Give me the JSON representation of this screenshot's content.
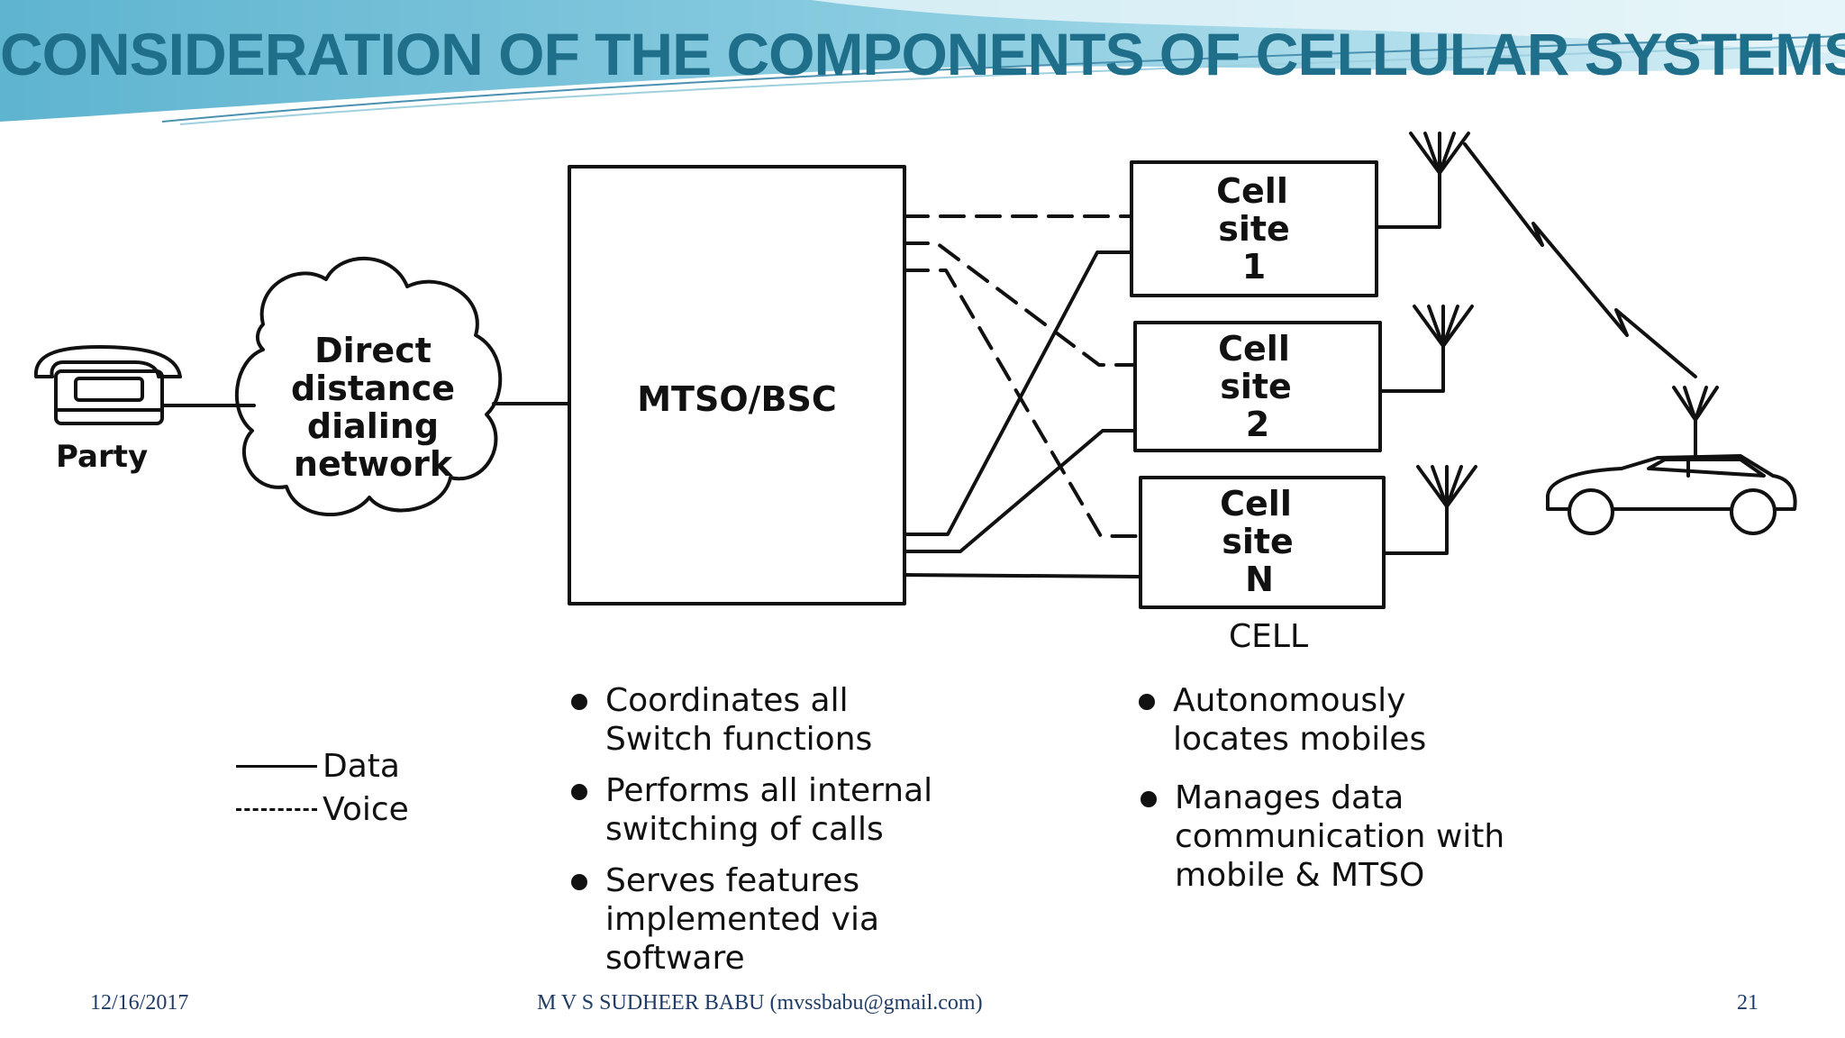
{
  "slide": {
    "title": "CONSIDERATION OF THE COMPONENTS OF CELLULAR SYSTEMS"
  },
  "diagram": {
    "party_label": "Party",
    "network_label": [
      "Direct",
      "distance",
      "dialing",
      "network"
    ],
    "mtso_label": "MTSO/BSC",
    "cell_sites": [
      {
        "line1": "Cell",
        "line2": "site",
        "line3": "1"
      },
      {
        "line1": "Cell",
        "line2": "site",
        "line3": "2"
      },
      {
        "line1": "Cell",
        "line2": "site",
        "line3": "N"
      }
    ],
    "cell_caption": "CELL"
  },
  "legend": {
    "data": "Data",
    "voice": "Voice"
  },
  "mtso_bullets": [
    "Coordinates all\nSwitch  functions",
    "Performs all internal\nswitching of calls",
    "Serves  features\nimplemented  via\nsoftware"
  ],
  "cell_bullets": [
    "Autonomously\nlocates mobiles",
    "Manages data\ncommunication with\nmobile & MTSO"
  ],
  "footer": {
    "date": "12/16/2017",
    "author": "M V S SUDHEER BABU (mvssbabu@gmail.com)",
    "page": "21"
  },
  "colors": {
    "title": "#1f6f8b",
    "band_light": "#cfe9f1",
    "band_mid": "#7cc3d9",
    "footer_text": "#1f3c66"
  }
}
